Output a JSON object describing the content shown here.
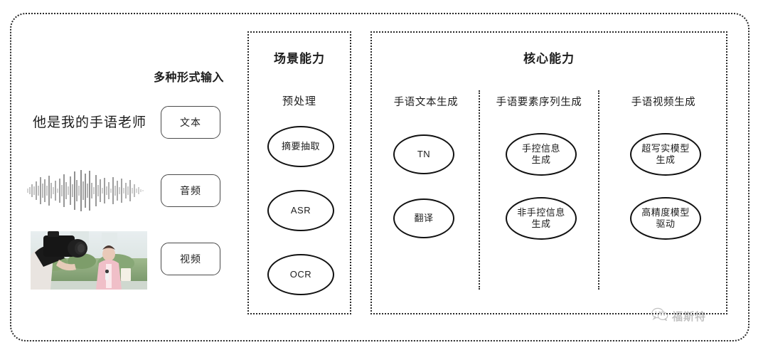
{
  "diagram": {
    "input_section": {
      "title": "多种形式输入",
      "sample_text": "他是我的手语老师",
      "waveform_icon": "audio-waveform",
      "video_thumbnail_icon": "video-thumbnail",
      "modalities": [
        {
          "label": "文本"
        },
        {
          "label": "音频"
        },
        {
          "label": "视频"
        }
      ]
    },
    "scene_panel": {
      "title": "场景能力",
      "subtitle": "预处理",
      "nodes": [
        {
          "label": "摘要抽取"
        },
        {
          "label": "ASR"
        },
        {
          "label": "OCR"
        }
      ]
    },
    "core_panel": {
      "title": "核心能力",
      "columns": [
        {
          "heading": "手语文本生成",
          "nodes": [
            {
              "line1": "TN",
              "line2": ""
            },
            {
              "line1": "翻译",
              "line2": ""
            }
          ]
        },
        {
          "heading": "手语要素序列生成",
          "nodes": [
            {
              "line1": "手控信息",
              "line2": "生成"
            },
            {
              "line1": "非手控信息",
              "line2": "生成"
            }
          ]
        },
        {
          "heading": "手语视频生成",
          "nodes": [
            {
              "line1": "超写实模型",
              "line2": "生成"
            },
            {
              "line1": "高精度模型",
              "line2": "驱动"
            }
          ]
        }
      ]
    },
    "watermark": {
      "icon": "wechat-icon",
      "text": "福斯特"
    },
    "colors": {
      "background": "#ffffff",
      "border": "#2b2b2b",
      "node_stroke": "#111111",
      "text": "#1d1d1d",
      "watermark": "#6f6f6f"
    }
  }
}
